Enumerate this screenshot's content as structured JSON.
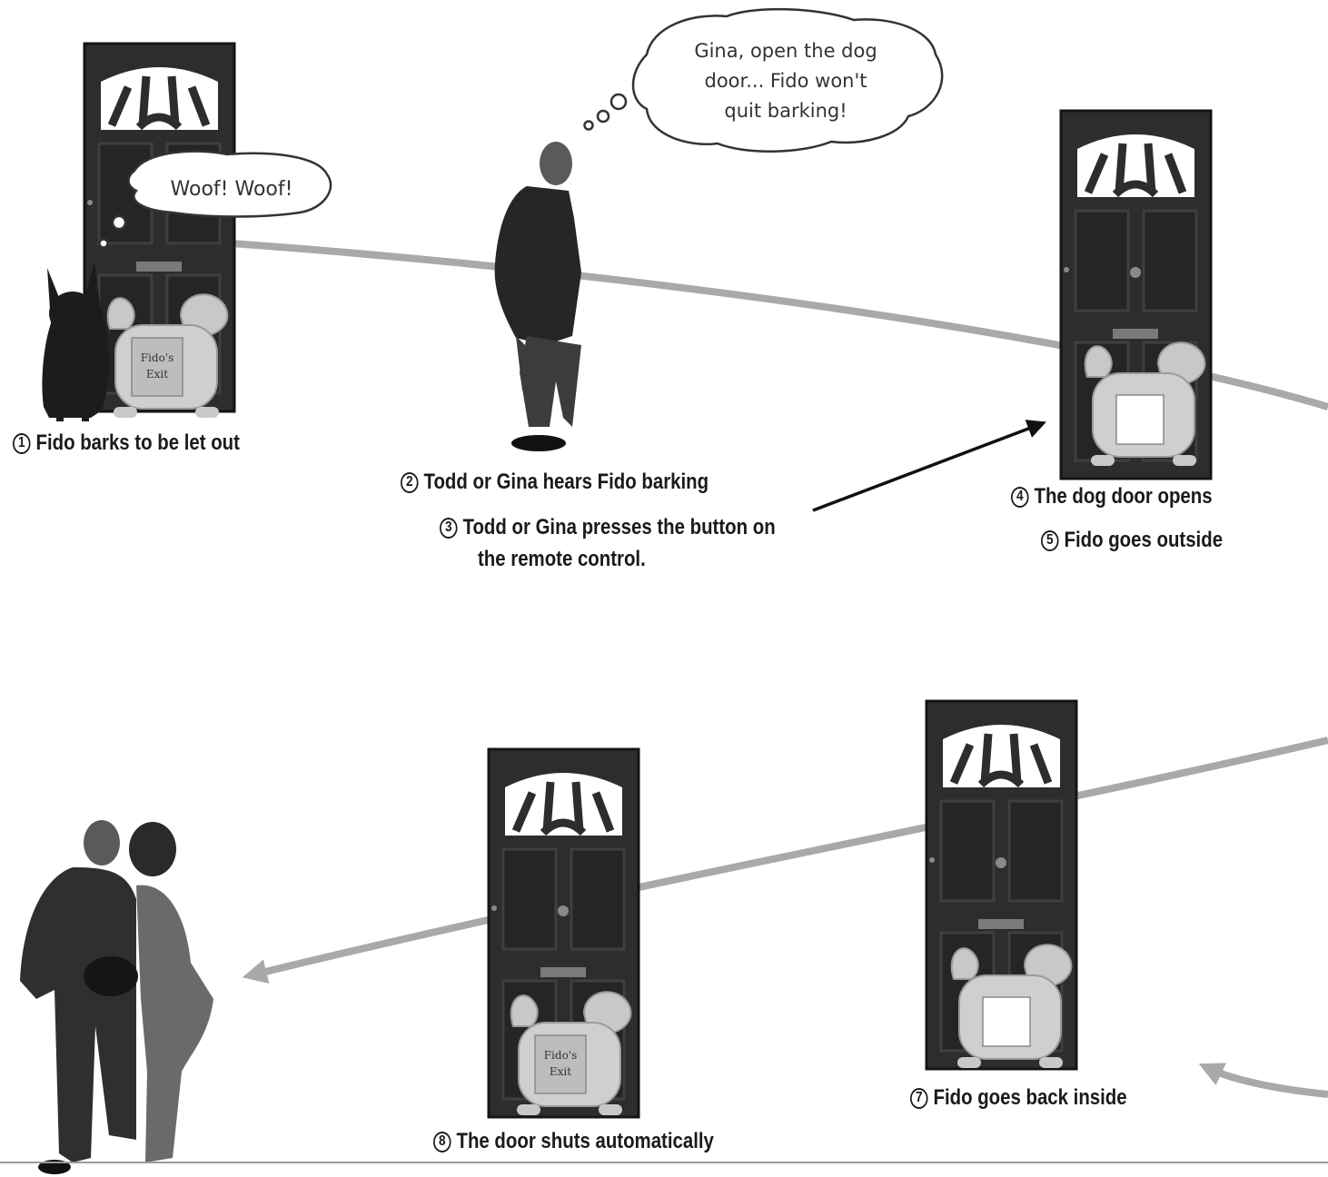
{
  "bubbles": {
    "woof": "Woof! Woof!",
    "thought": [
      "Gina, open the dog",
      "door... Fido won't",
      "quit barking!"
    ]
  },
  "door_sign": [
    "Fido's",
    "Exit"
  ],
  "steps": [
    {
      "num": "1",
      "text": "Fido barks to be let out"
    },
    {
      "num": "2",
      "text": "Todd or Gina hears Fido barking"
    },
    {
      "num": "3",
      "text": "Todd or Gina presses the button on",
      "text2": "the remote control."
    },
    {
      "num": "4",
      "text": "The dog door opens"
    },
    {
      "num": "5",
      "text": "Fido goes outside"
    },
    {
      "num": "7",
      "text": "Fido goes back inside"
    },
    {
      "num": "8",
      "text": "The door shuts automatically"
    }
  ],
  "colors": {
    "door": "#2d2d2d",
    "flow_line": "#a9a9a9",
    "arrow": "#111111",
    "pet_door": "#c8c8c8"
  }
}
